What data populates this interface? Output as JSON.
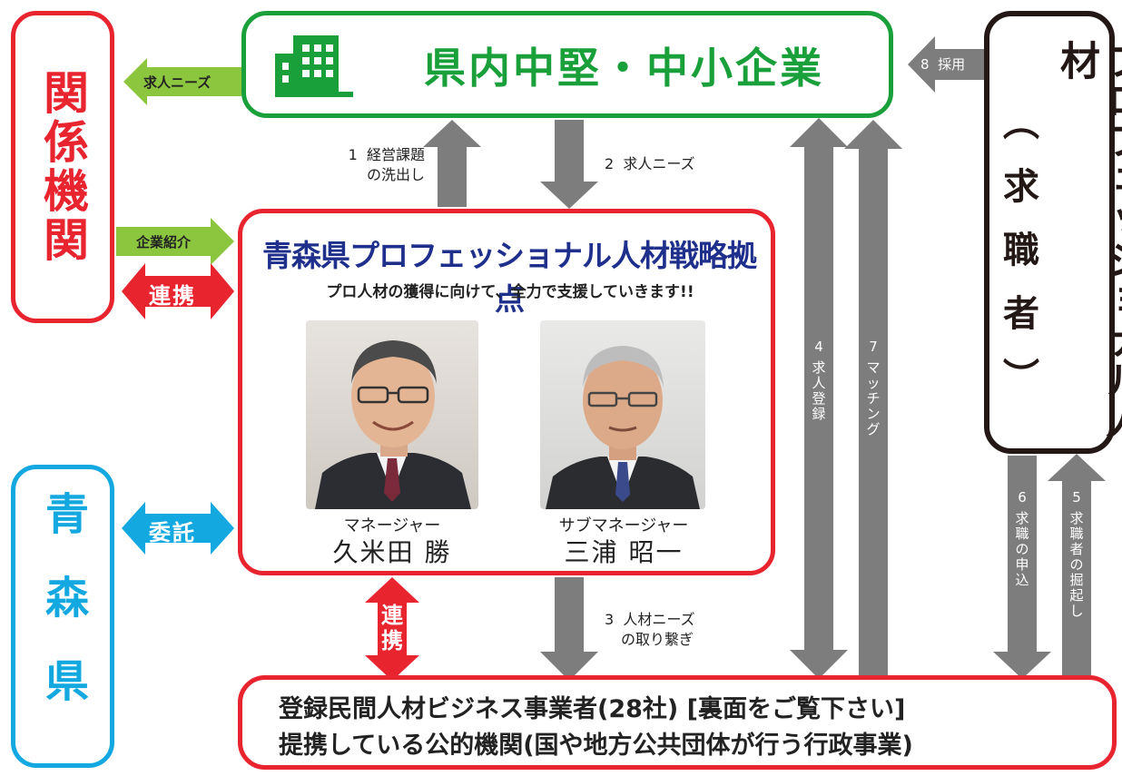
{
  "top_company": {
    "title": "県内中堅・中小企業",
    "icon": "building-icon"
  },
  "related_orgs": {
    "title": "関係機関"
  },
  "aomori_pref": {
    "title": "青森県"
  },
  "professional": {
    "title": "プロフェッショナル人材",
    "subtitle": "（求職者）"
  },
  "hub": {
    "title": "青森県プロフェッショナル人材戦略拠点",
    "tagline": "プロ人材の獲得に向けて、全力で支援していきます!!",
    "staff": [
      {
        "role": "マネージャー",
        "name": "久米田 勝"
      },
      {
        "role": "サブマネージャー",
        "name": "三浦 昭一"
      }
    ]
  },
  "bottom": {
    "line1": "登録民間人材ビジネス事業者(28社) [裏面をご覧下さい]",
    "line2": "提携している公的機関(国や地方公共団体が行う行政事業)"
  },
  "side_labels": {
    "needs": "求人ニーズ",
    "intro": "企業紹介",
    "partner": "連携",
    "entrust": "委託",
    "partner_v": "連携"
  },
  "steps": {
    "s1_num": "1",
    "s1_a": "経営課題",
    "s1_b": "の洗出し",
    "s2_num": "2",
    "s2_a": "求人ニーズ",
    "s3_num": "3",
    "s3_a": "人材ニーズ",
    "s3_b": "の取り繋ぎ",
    "s4_num": "4",
    "s4_a": "求人登録",
    "s5_num": "5",
    "s5_a": "求職者の掘起し",
    "s6_num": "6",
    "s6_a": "求職の申込",
    "s7_num": "7",
    "s7_a": "マッチング",
    "s8_num": "8",
    "s8_a": "採用"
  },
  "colors": {
    "green": "#1aa03a",
    "red": "#e8242f",
    "cyan": "#13a8e0",
    "black": "#231815",
    "gray": "#7d7d7d",
    "lightgreen": "#8cc63f",
    "navy": "#1e2f8c"
  }
}
